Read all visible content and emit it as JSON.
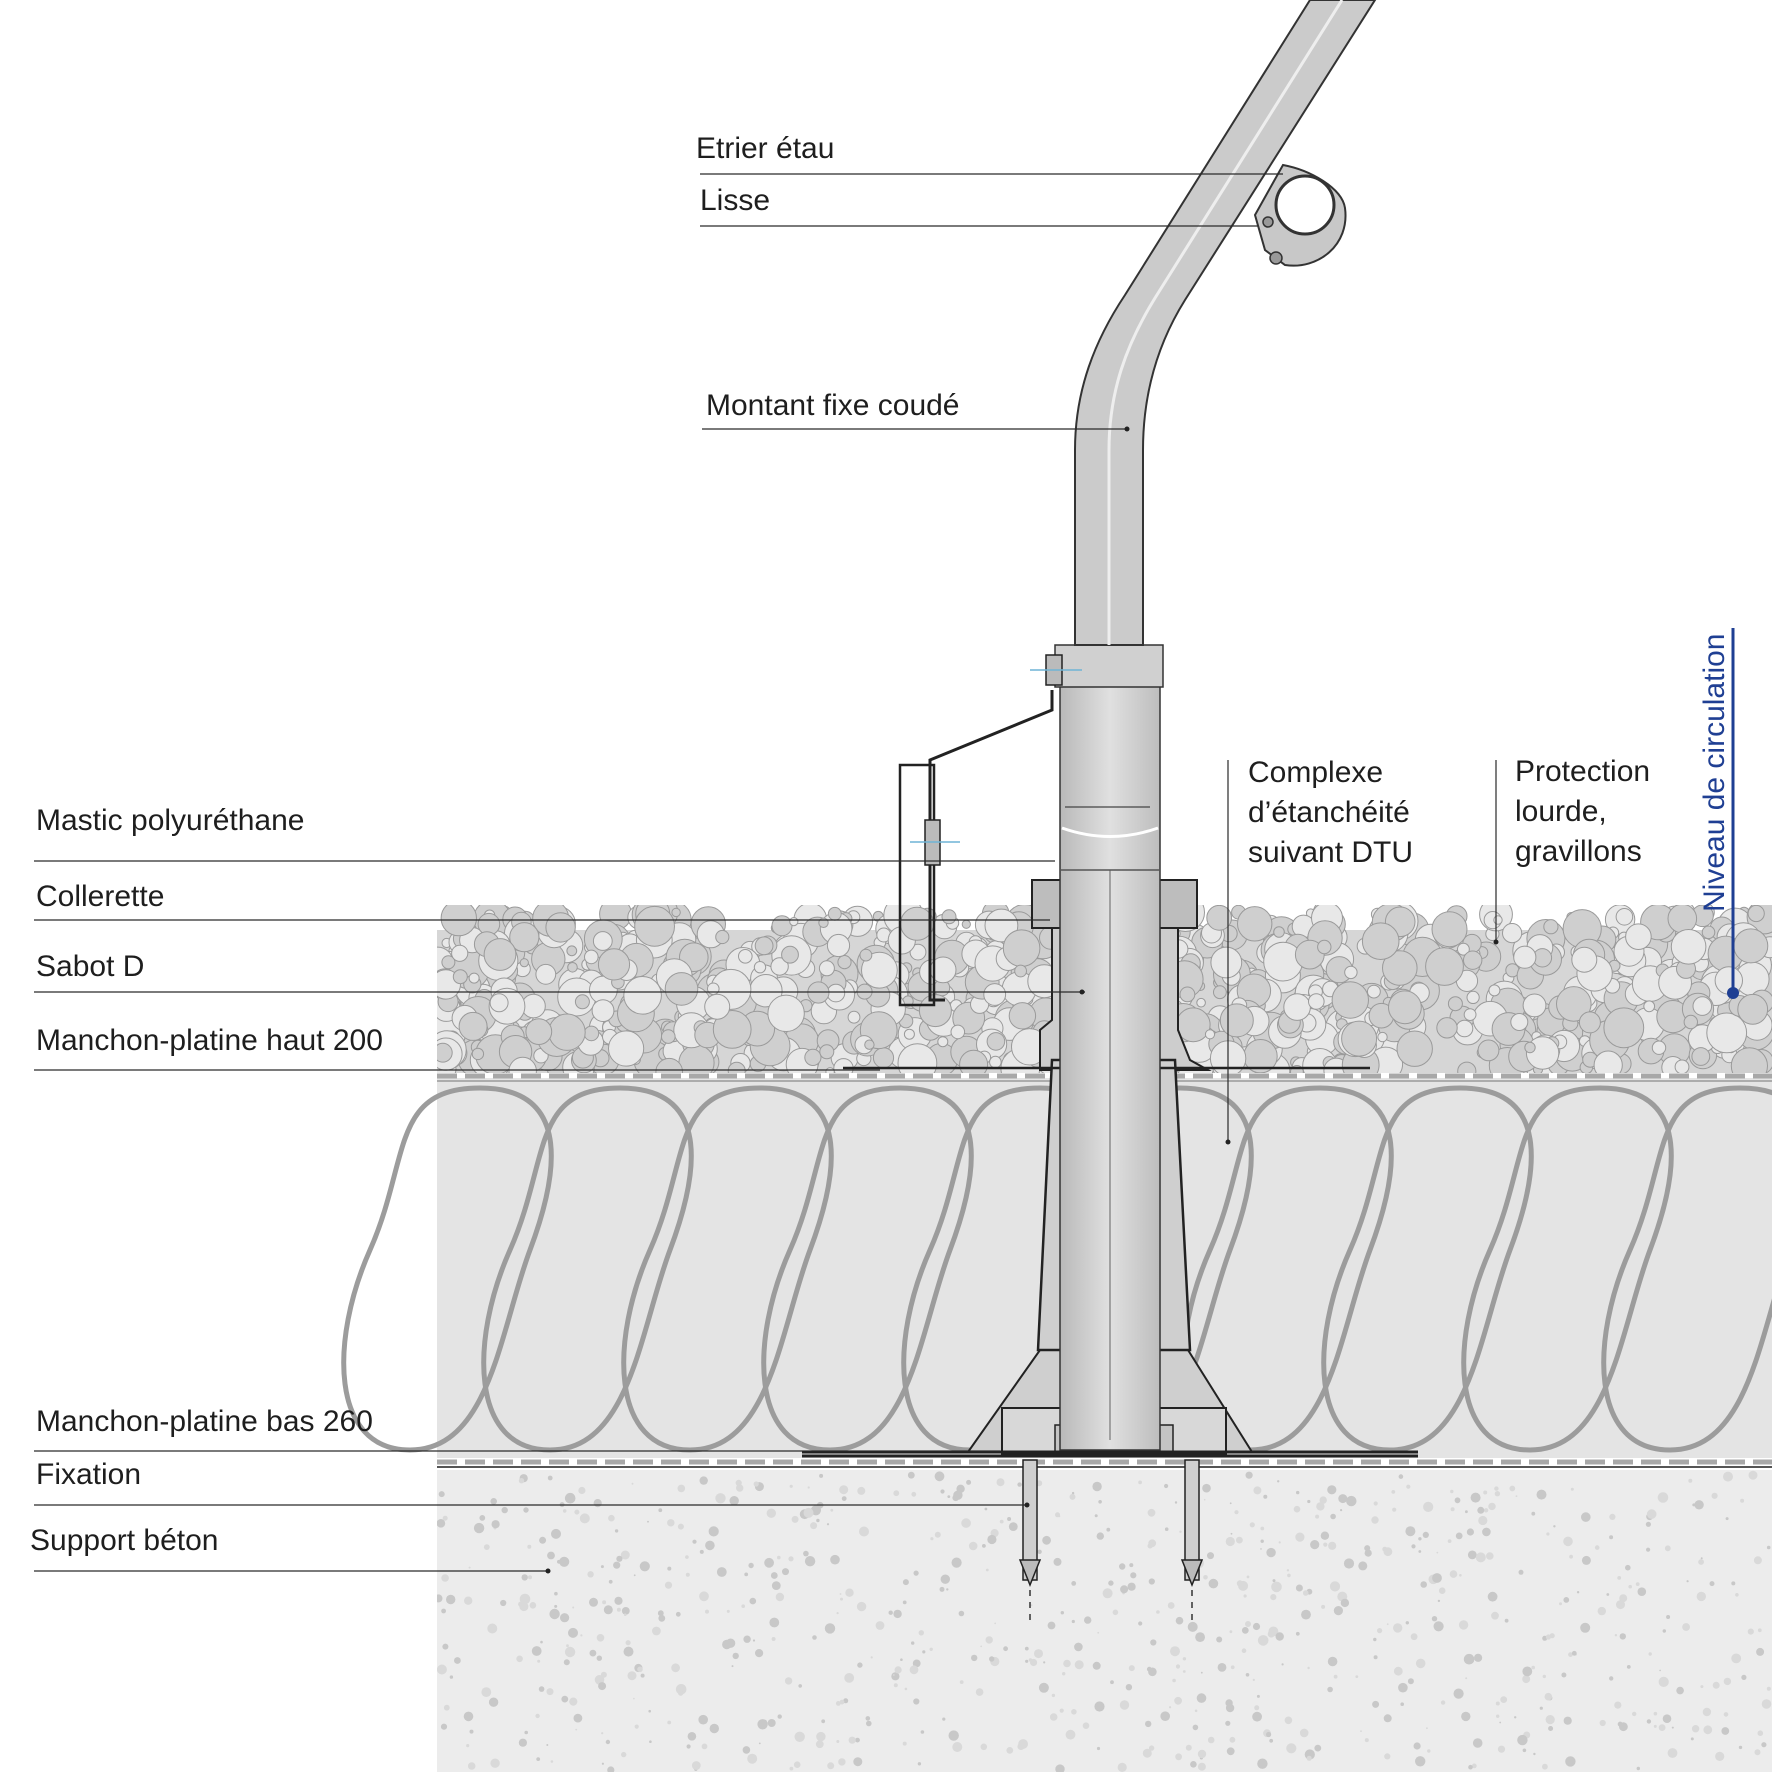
{
  "labels": {
    "etrier": "Etrier étau",
    "lisse": "Lisse",
    "montant": "Montant fixe coudé",
    "mastic": "Mastic polyuréthane",
    "collerette": "Collerette",
    "sabot": "Sabot D",
    "manchon_haut": "Manchon-platine haut 200",
    "manchon_bas": "Manchon-platine bas 260",
    "fixation": "Fixation",
    "support": "Support béton",
    "complexe": [
      "Complexe",
      "d’étanchéité",
      "suivant DTU"
    ],
    "protection": [
      "Protection",
      "lourde,",
      "gravillons"
    ],
    "niveau": "Niveau de circulation"
  },
  "colors": {
    "text": "#1e1e1e",
    "accent_blue": "#1f3f93",
    "gravel_fill": "#d9d9d9",
    "insulation_fill": "#e4e4e4",
    "concrete_fill": "#ececec",
    "metal": "#c9c9c9"
  }
}
